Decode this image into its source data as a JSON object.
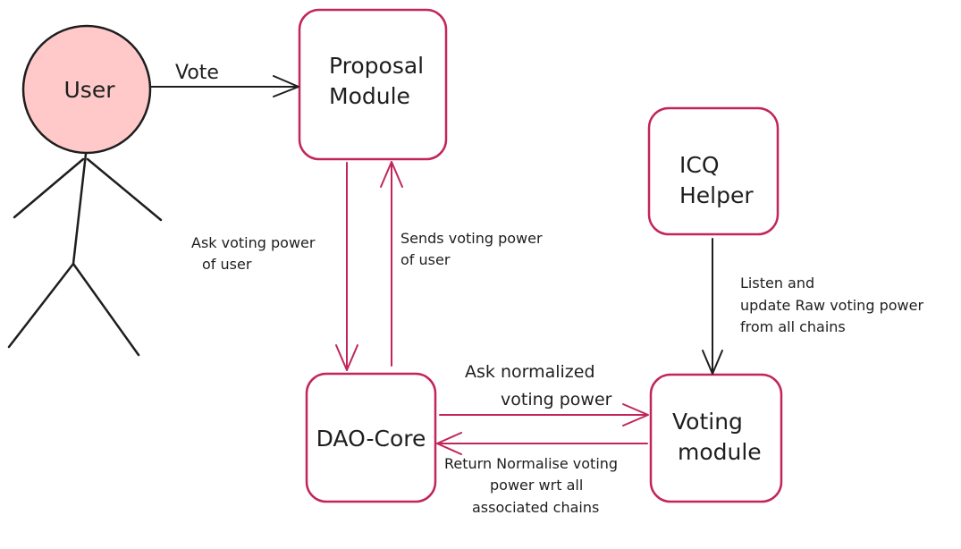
{
  "actor": {
    "label": "User",
    "fill_color": "#ffc9c9"
  },
  "nodes": {
    "proposal_module": {
      "lines": [
        "Proposal",
        "Module"
      ]
    },
    "icq_helper": {
      "lines": [
        "ICQ",
        "Helper"
      ]
    },
    "dao_core": {
      "lines": [
        "DAO-Core"
      ]
    },
    "voting_module": {
      "lines": [
        "Voting",
        "module"
      ]
    }
  },
  "edges": {
    "vote": {
      "lines": [
        "Vote"
      ]
    },
    "ask_voting_power": {
      "lines": [
        "Ask voting power",
        "of user"
      ]
    },
    "sends_voting_power": {
      "lines": [
        "Sends voting power",
        "of user"
      ]
    },
    "listen_update": {
      "lines": [
        "Listen and",
        "update Raw voting power",
        "from all chains"
      ]
    },
    "ask_normalized": {
      "lines": [
        "Ask normalized",
        "voting power"
      ]
    },
    "return_normalise": {
      "lines": [
        "Return Normalise voting",
        "power wrt all",
        "associated chains"
      ]
    }
  },
  "colors": {
    "node_stroke": "#c2255c",
    "edge_pink": "#c2255c",
    "edge_dark": "#1e1e1e",
    "text": "#1e1e1e"
  }
}
